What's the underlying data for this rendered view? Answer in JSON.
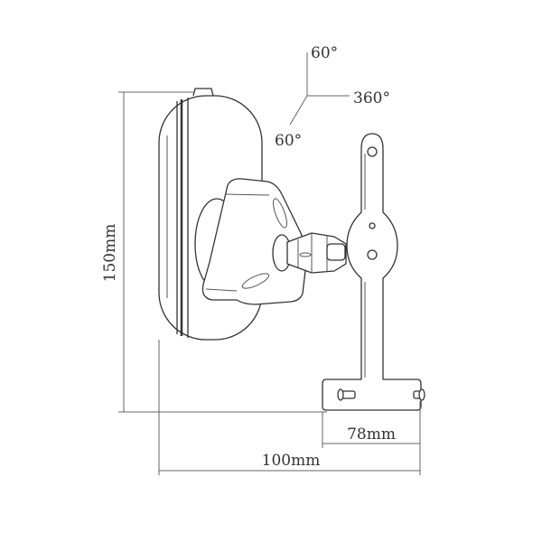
{
  "rotation": {
    "tilt_up": "60°",
    "swivel": "360°",
    "tilt_down": "60°"
  },
  "dimensions": {
    "height": "150mm",
    "depth": "100mm",
    "plate_width": "78mm"
  }
}
